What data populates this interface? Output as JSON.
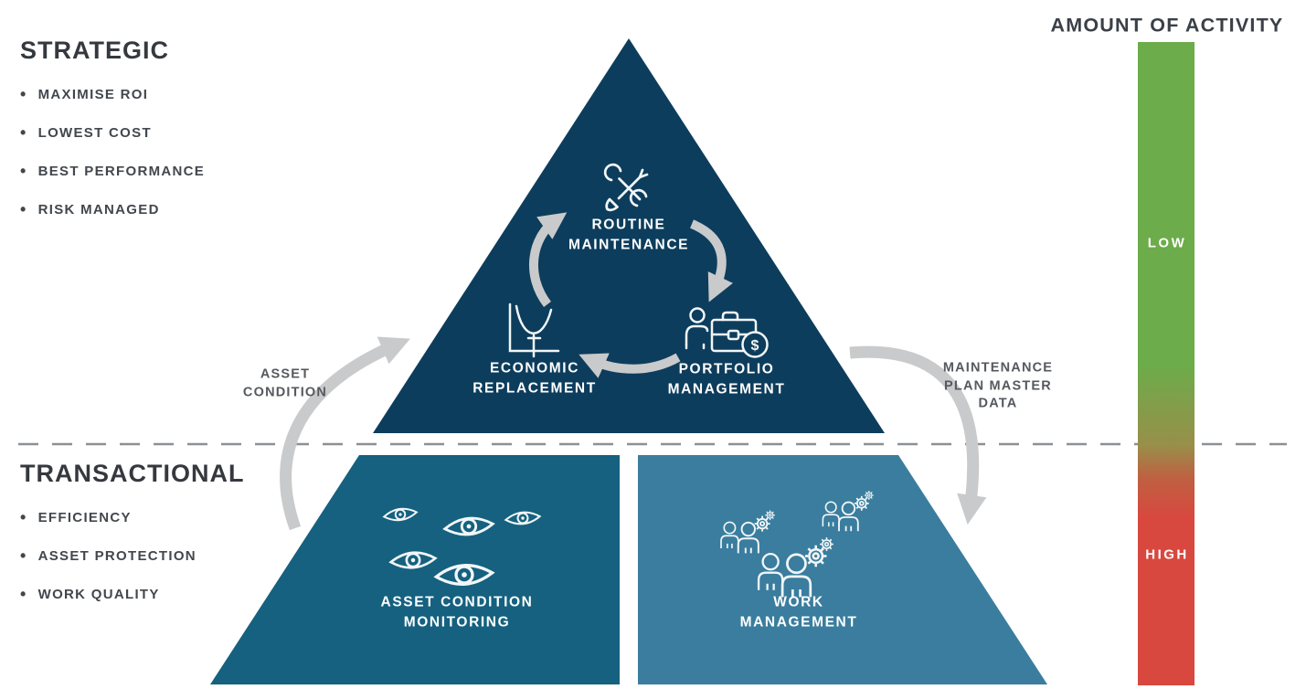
{
  "strategic": {
    "heading": "STRATEGIC",
    "bullets": [
      "MAXIMISE ROI",
      "LOWEST COST",
      "BEST PERFORMANCE",
      "RISK MANAGED"
    ]
  },
  "transactional": {
    "heading": "TRANSACTIONAL",
    "bullets": [
      "EFFICIENCY",
      "ASSET PROTECTION",
      "WORK QUALITY"
    ]
  },
  "pyramid": {
    "strategic_zone": {
      "routine_maintenance": {
        "label": "ROUTINE\nMAINTENANCE",
        "icon": "tools-icon"
      },
      "economic_replacement": {
        "label": "ECONOMIC\nREPLACEMENT",
        "icon": "economic-curve-icon"
      },
      "portfolio_management": {
        "label": "PORTFOLIO\nMANAGEMENT",
        "icon": "briefcase-dollar-icon",
        "dollar_glyph": "$"
      }
    },
    "transactional_zone": {
      "asset_condition_monitoring": {
        "label": "ASSET CONDITION\nMONITORING",
        "icon": "eyes-icon"
      },
      "work_management": {
        "label": "WORK\nMANAGEMENT",
        "icon": "people-gears-icon"
      }
    }
  },
  "flows": {
    "asset_condition": "ASSET\nCONDITION",
    "maintenance_plan": "MAINTENANCE\nPLAN MASTER\nDATA"
  },
  "activity_scale": {
    "title": "AMOUNT OF ACTIVITY",
    "low_label": "LOW",
    "high_label": "HIGH",
    "gradient_top_color": "#6cac4a",
    "gradient_bottom_color": "#d8483f"
  },
  "colors": {
    "pyramid_navy": "#0d3d5c",
    "trapezoid_teal": "#15617f",
    "trapezoid_steel_blue": "#3a7d9e",
    "arrow_gray": "#c9cacb",
    "dashed_line_gray": "#8c9094",
    "heading_text": "#3a4047"
  }
}
